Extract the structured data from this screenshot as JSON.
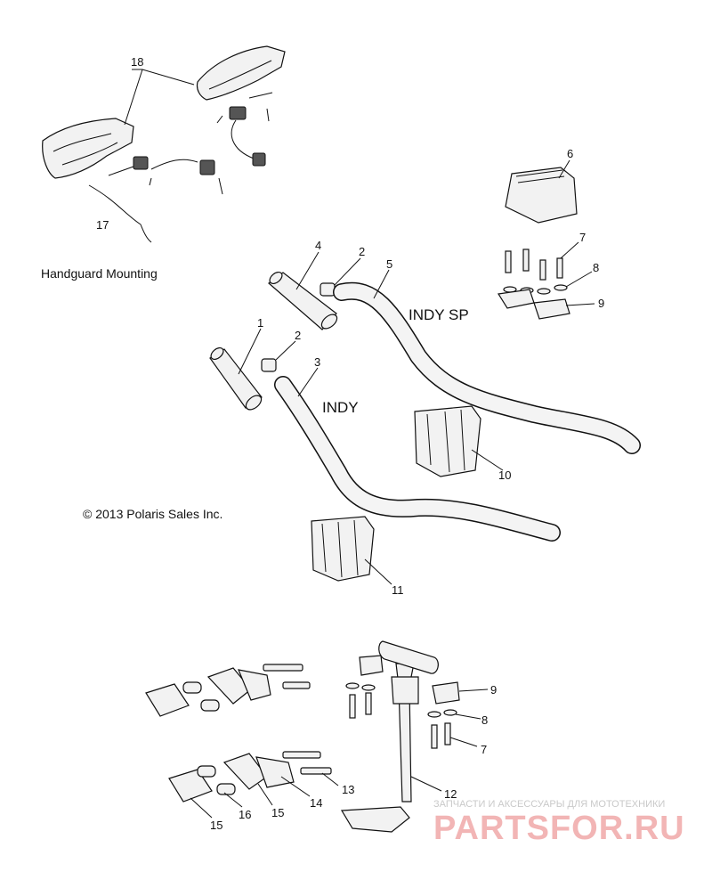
{
  "labels": {
    "handguard_mounting": "Handguard Mounting",
    "indy_sp": "INDY SP",
    "indy": "INDY",
    "copyright": "© 2013 Polaris Sales Inc."
  },
  "callouts": {
    "c1": "1",
    "c2a": "2",
    "c2b": "2",
    "c3": "3",
    "c4": "4",
    "c5": "5",
    "c6": "6",
    "c7a": "7",
    "c7b": "7",
    "c8a": "8",
    "c8b": "8",
    "c9a": "9",
    "c9b": "9",
    "c10": "10",
    "c11": "11",
    "c12": "12",
    "c13": "13",
    "c14": "14",
    "c15a": "15",
    "c15b": "15",
    "c16": "16",
    "c17": "17",
    "c18": "18"
  },
  "watermark": {
    "line1": "ЗАПЧАСТИ И АКСЕССУАРЫ ДЛЯ МОТОТЕХНИКИ",
    "line2": "PARTSFOR.RU"
  },
  "colors": {
    "ink": "#111111",
    "watermark": "#f2b5b5"
  }
}
